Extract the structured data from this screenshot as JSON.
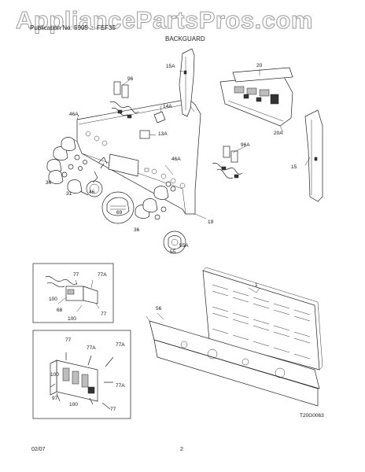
{
  "header": {
    "watermark": "AppliancePartsPros.com",
    "publication_line": "Publication No: 5995 ... FEF35",
    "section_title": "BACKGUARD"
  },
  "callouts": {
    "c15a": "15A",
    "c20": "20",
    "c96_top": "96",
    "c14a": "14A",
    "c46a_left": "46A",
    "c13a": "13A",
    "c20a": "20A",
    "c96a": "96A",
    "c15": "15",
    "c46a_right": "46A",
    "c36_left": "36",
    "c31": "31",
    "c46": "46",
    "c69": "69",
    "c19": "19",
    "c36_bottom": "36",
    "c55a": "55A",
    "c55": "55",
    "c1": "1",
    "c56": "56",
    "inset1_77": "77",
    "inset1_77a": "77A",
    "inset1_100_a": "100",
    "inset1_68": "68",
    "inset1_100_b": "100",
    "inset1_77b": "77",
    "inset2_77": "77",
    "inset2_77a_a": "77A",
    "inset2_77a_b": "77A",
    "inset2_100_a": "100",
    "inset2_97": "97",
    "inset2_77a_c": "77A",
    "inset2_100_b": "100",
    "inset2_77b": "77"
  },
  "diagram_code": "T20G0063",
  "footer": {
    "date": "02/07",
    "page": "2"
  }
}
